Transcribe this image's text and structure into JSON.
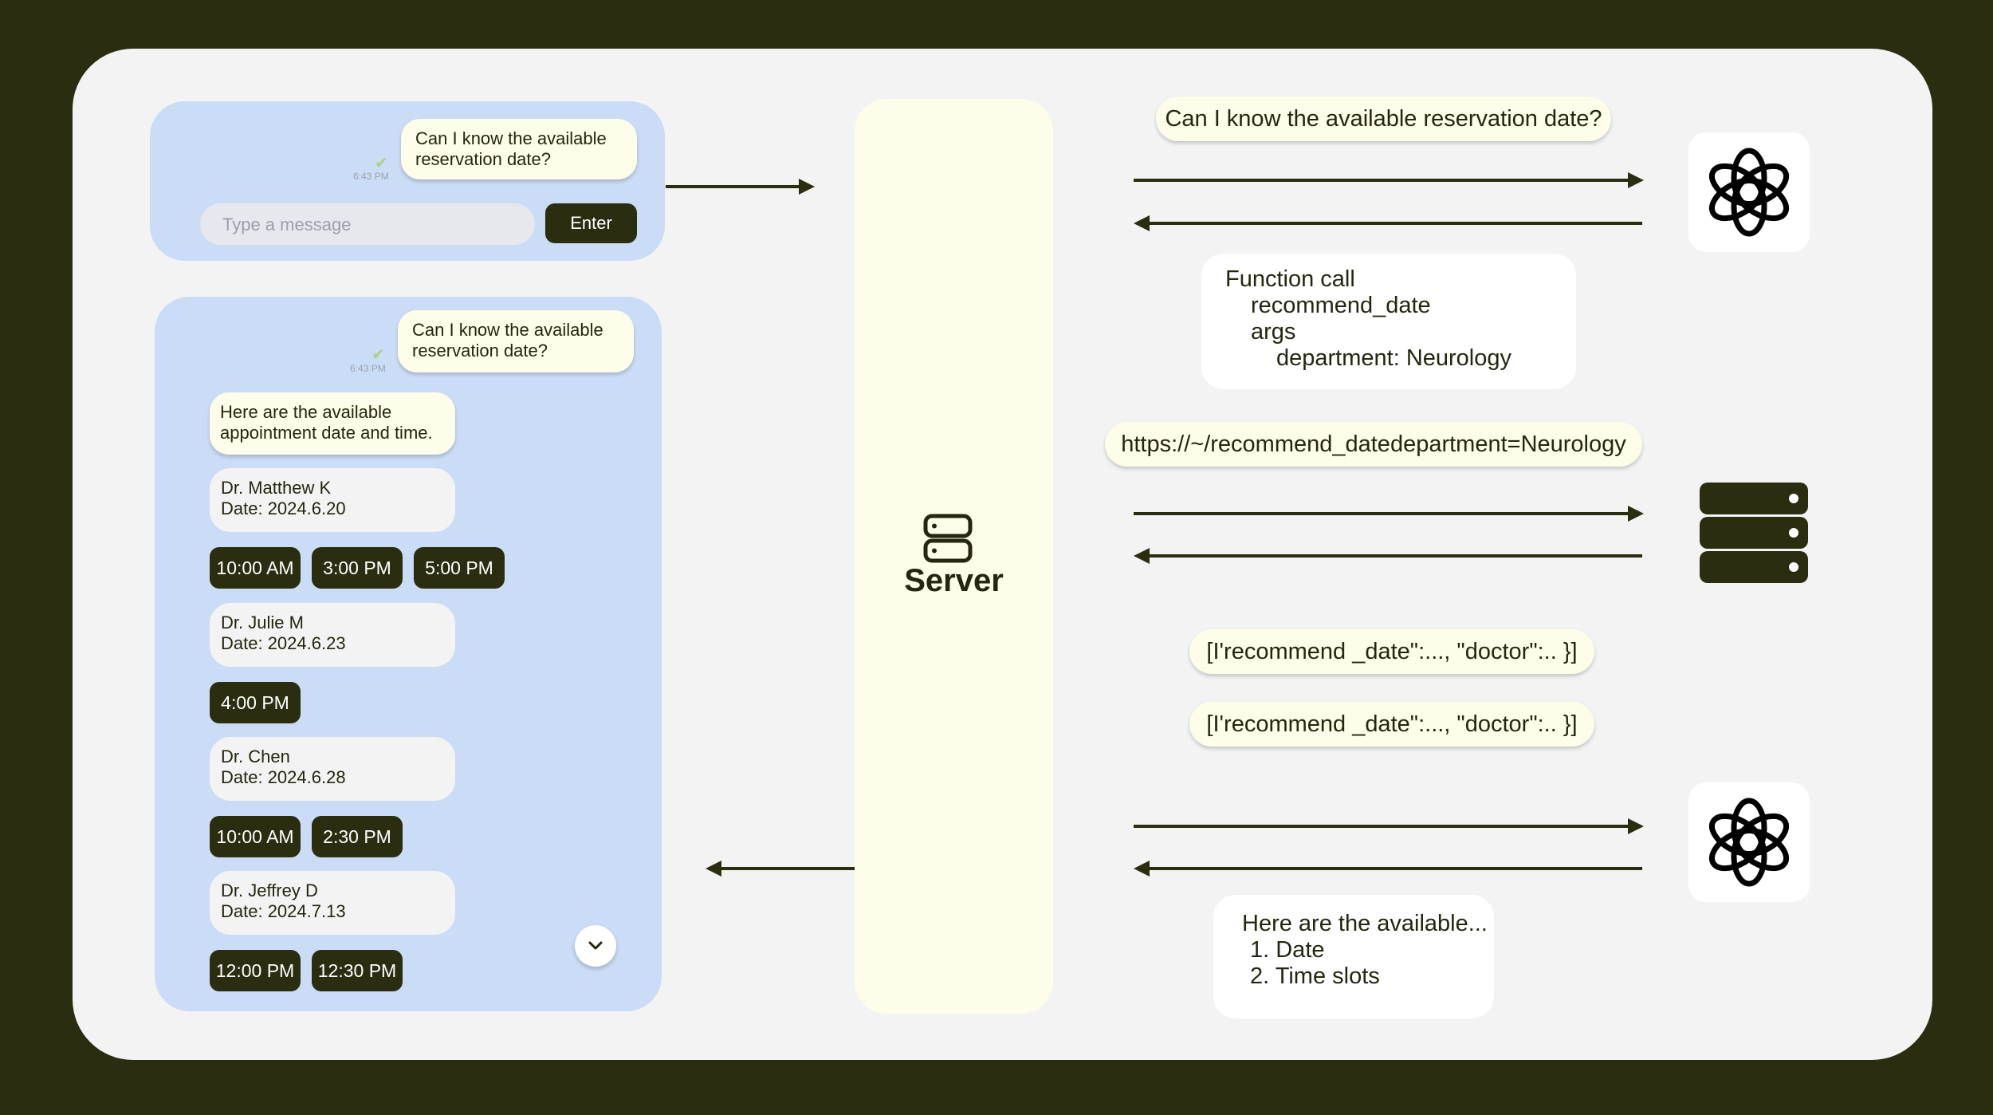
{
  "chat_top": {
    "user_message": [
      "Can I know the available",
      "reservation date?"
    ],
    "time": "6:43 PM",
    "input_placeholder": "Type a message",
    "enter_label": "Enter"
  },
  "chat_bottom": {
    "user_message": [
      "Can I know the available",
      "reservation date?"
    ],
    "time": "6:43 PM",
    "bot_message": [
      "Here are the available",
      "appointment date and time."
    ],
    "doctors": [
      {
        "name": "Dr. Matthew K",
        "date": "Date: 2024.6.20",
        "slots": [
          "10:00 AM",
          "3:00 PM",
          "5:00 PM"
        ]
      },
      {
        "name": "Dr. Julie M",
        "date": "Date: 2024.6.23",
        "slots": [
          "4:00 PM"
        ]
      },
      {
        "name": "Dr. Chen",
        "date": "Date: 2024.6.28",
        "slots": [
          "10:00 AM",
          "2:30 PM"
        ]
      },
      {
        "name": "Dr. Jeffrey D",
        "date": "Date: 2024.7.13",
        "slots": [
          "12:00 PM",
          "12:30 PM"
        ]
      }
    ]
  },
  "server": {
    "label": "Server"
  },
  "flow": {
    "query": "Can I know the available reservation date?",
    "function_call": [
      "Function call",
      "recommend_date",
      "args",
      "department: Neurology"
    ],
    "api_url": "https://~/recommend_datedepartment=Neurology",
    "api_response_1": "[I'recommend _date\":..., \"doctor\":.. }]",
    "api_response_2": "[I'recommend _date\":..., \"doctor\":.. }]",
    "final_answer": [
      "Here are the available...",
      "1. Date",
      "2. Time slots"
    ]
  },
  "icons": {
    "llm_top": "openai-logo-icon",
    "database": "server-rack-icon",
    "llm_bottom": "openai-logo-icon",
    "server": "server-icon",
    "scroll": "chevron-down-icon"
  },
  "colors": {
    "background": "#2b2d10",
    "card": "#f3f3f3",
    "chat_panel": "#cbdcf6",
    "server_panel": "#fdfde9",
    "dark_button": "#2b2d10"
  }
}
